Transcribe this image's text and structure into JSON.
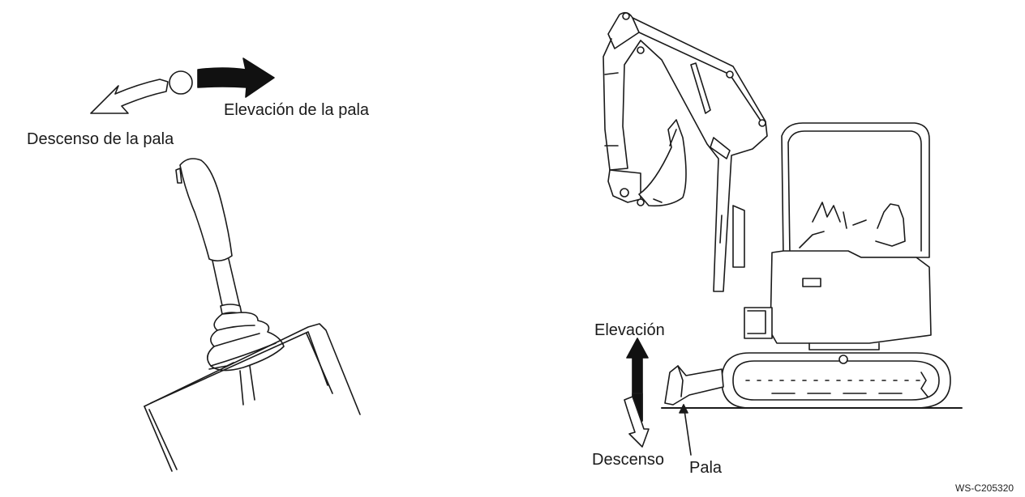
{
  "left_panel": {
    "label_raise": "Elevación de la pala",
    "label_lower": "Descenso de la pala"
  },
  "right_panel": {
    "label_raise": "Elevación",
    "label_lower": "Descenso",
    "label_blade": "Pala"
  },
  "figure_code": "WS-C205320",
  "colors": {
    "line": "#1a1a1a",
    "fill": "#ffffff",
    "arrow_dark": "#111111"
  }
}
